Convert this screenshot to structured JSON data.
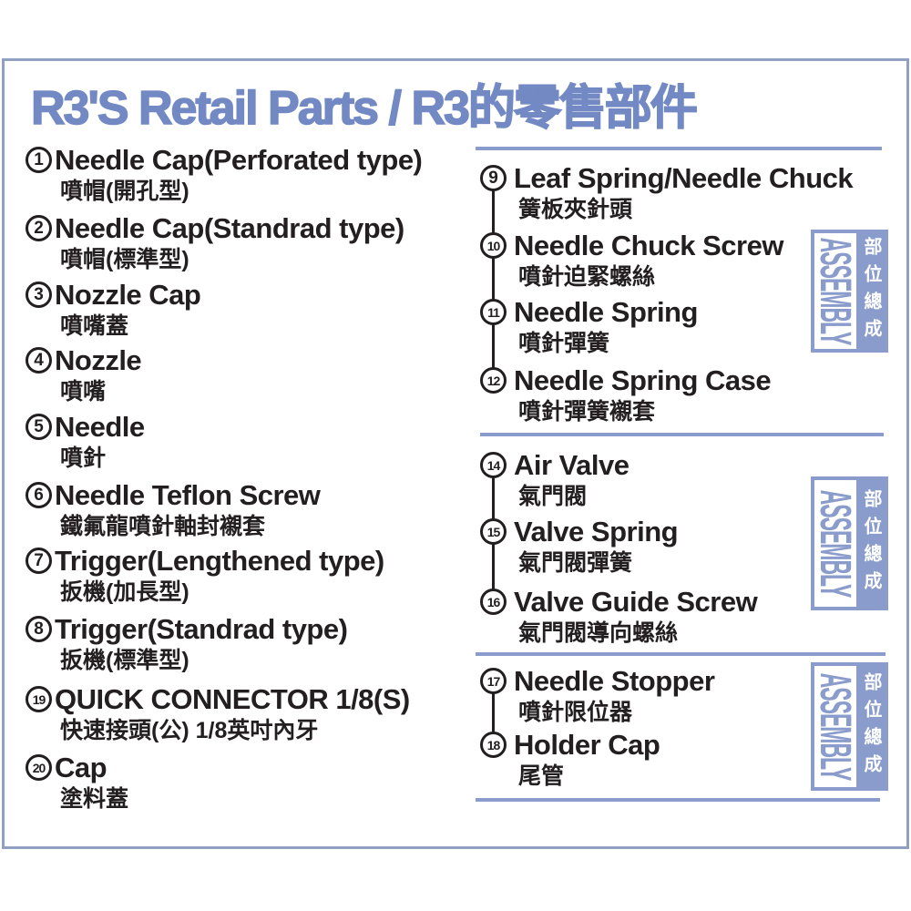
{
  "page": {
    "title": "R3'S Retail Parts / R3的零售部件"
  },
  "assembly": {
    "en": "ASSEMBLY",
    "zh": "部位總成"
  },
  "colors": {
    "title_blue": "#7289c4",
    "box_blue": "#8a9ccb",
    "border_gray": "#8fa0c0",
    "ink": "#231f20"
  },
  "left_items": [
    {
      "num": "1",
      "en": "Needle Cap(Perforated type)",
      "zh": "噴帽(開孔型)"
    },
    {
      "num": "2",
      "en": "Needle Cap(Standrad type)",
      "zh": "噴帽(標準型)"
    },
    {
      "num": "3",
      "en": "Nozzle Cap",
      "zh": "噴嘴蓋"
    },
    {
      "num": "4",
      "en": "Nozzle",
      "zh": "噴嘴"
    },
    {
      "num": "5",
      "en": "Needle",
      "zh": "噴針"
    },
    {
      "num": "6",
      "en": "Needle Teflon Screw",
      "zh": "鐵氟龍噴針軸封襯套"
    },
    {
      "num": "7",
      "en": "Trigger(Lengthened type)",
      "zh": "扳機(加長型)"
    },
    {
      "num": "8",
      "en": "Trigger(Standrad type)",
      "zh": "扳機(標準型)"
    },
    {
      "num": "19",
      "en": "QUICK CONNECTOR 1/8(S)",
      "zh": "快速接頭(公) 1/8英吋內牙"
    },
    {
      "num": "20",
      "en": "Cap",
      "zh": "塗料蓋"
    }
  ],
  "right_items": [
    {
      "num": "9",
      "en": "Leaf Spring/Needle Chuck",
      "zh": "簧板夾針頭"
    },
    {
      "num": "10",
      "en": "Needle Chuck Screw",
      "zh": "噴針迫緊螺絲"
    },
    {
      "num": "11",
      "en": "Needle Spring",
      "zh": "噴針彈簧"
    },
    {
      "num": "12",
      "en": "Needle Spring Case",
      "zh": "噴針彈簧襯套"
    },
    {
      "num": "14",
      "en": "Air Valve",
      "zh": "氣門閥"
    },
    {
      "num": "15",
      "en": "Valve Spring",
      "zh": "氣門閥彈簧"
    },
    {
      "num": "16",
      "en": "Valve Guide Screw",
      "zh": "氣門閥導向螺絲"
    },
    {
      "num": "17",
      "en": "Needle Stopper",
      "zh": "噴針限位器"
    },
    {
      "num": "18",
      "en": "Holder Cap",
      "zh": "尾管"
    }
  ]
}
